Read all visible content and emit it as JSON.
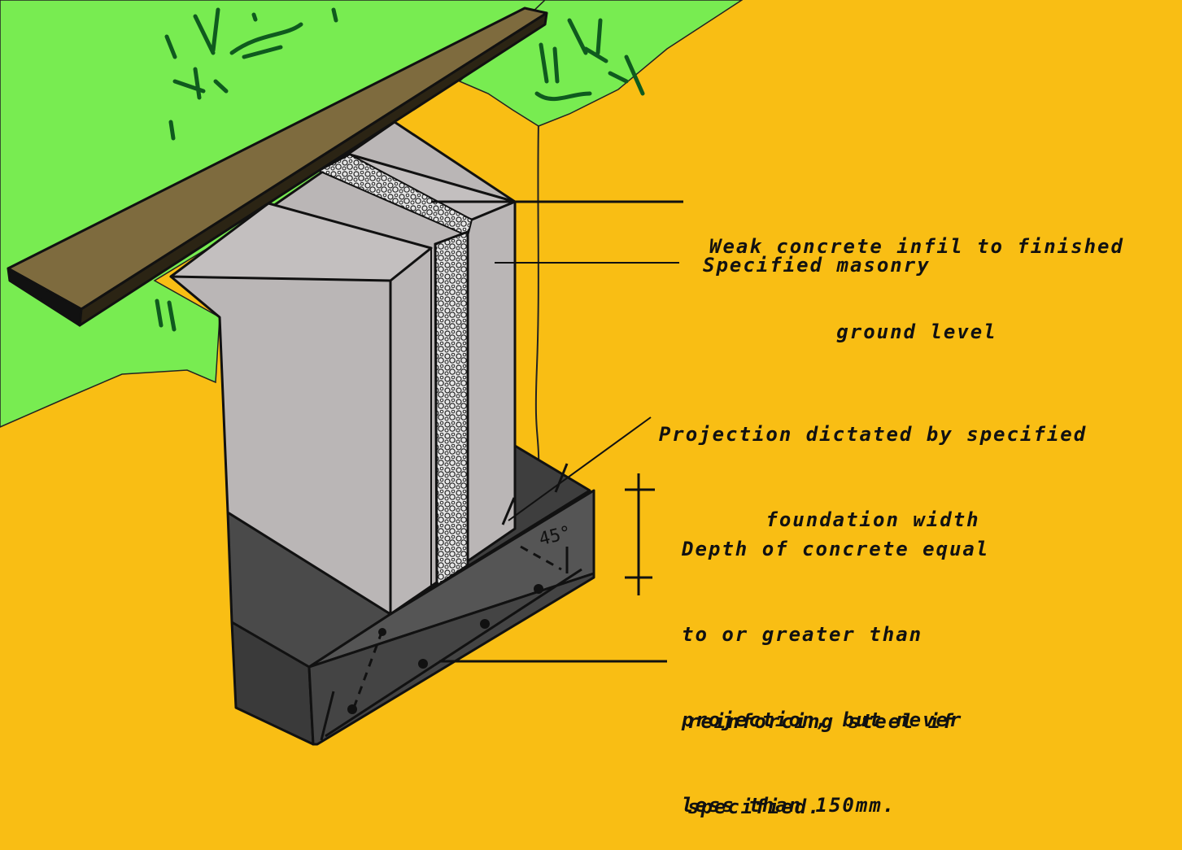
{
  "colors": {
    "soil": "#F9BE14",
    "grass": "#78EC51",
    "grass_marks": "#0F5A1E",
    "timber_board": "#7E6B3E",
    "masonry": "#BAB6B6",
    "masonry_shadow": "#A9A5A5",
    "concrete_footing": "#4A4A4A",
    "infill": "#D9D9D9",
    "ink": "#111111"
  },
  "angle_label": "45°",
  "annotations": {
    "weak_infill": {
      "line1": "Weak concrete infil to finished",
      "line2": "ground level"
    },
    "specified_masonry": "Specified masonry",
    "projection": {
      "line1": "Projection dictated by specified",
      "line2": "foundation width"
    },
    "depth": {
      "line1": "Depth of concrete equal",
      "line2": "to or greater than",
      "line3": "projection, but never",
      "line4": "less than 150mm."
    },
    "reinforcing": {
      "line1": "reinforcing steel if",
      "line2": "specified."
    }
  }
}
